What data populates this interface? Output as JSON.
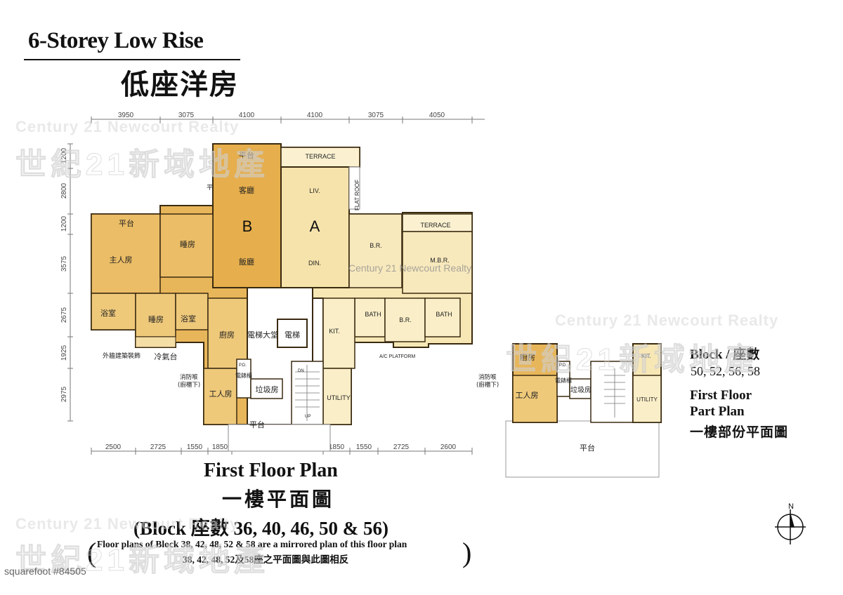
{
  "title": {
    "en": "6-Storey Low Rise",
    "zh": "低座洋房"
  },
  "dims_top": [
    "3950",
    "3075",
    "4100",
    "4100",
    "3075",
    "4050"
  ],
  "dims_left": [
    "1200",
    "2800",
    "1200",
    "3575",
    "2675",
    "1925",
    "2975"
  ],
  "dims_bottom_left": [
    "2500",
    "2725",
    "1550",
    "1850"
  ],
  "dims_bottom_right": [
    "1850",
    "1550",
    "2725",
    "2600"
  ],
  "flat_labels": {
    "b": "B",
    "a": "A"
  },
  "rooms_b": {
    "platform_top": "平台",
    "living": "客廳",
    "dining": "飯廳",
    "platform_left": "平台",
    "master_bedroom": "主人房",
    "bedroom_upper": "睡房",
    "bathroom_left": "浴室",
    "bedroom_lower": "睡房",
    "bathroom_mid": "浴室",
    "kitchen": "廚房",
    "ac_platform": "冷氣台",
    "external_decor": "外牆建築裝飾",
    "fire_hose": "消防喉",
    "fire_hose_sub": "(廚櫃下)",
    "utility": "工人房",
    "small_platform": "平"
  },
  "rooms_a": {
    "terrace_top": "TERRACE",
    "living": "LIV.",
    "dining": "DIN.",
    "flat_roof": "FLAT ROOF",
    "bedroom": "B.R.",
    "terrace_right": "TERRACE",
    "master_bedroom": "M.B.R.",
    "bath_1": "BATH",
    "bedroom_2": "B.R.",
    "bath_2": "BATH",
    "kitchen": "KIT.",
    "ac_platform": "A/C PLATFORM",
    "utility": "UTILITY"
  },
  "core": {
    "lift_lobby": "電梯大堂",
    "lift": "電梯",
    "refuse_room": "垃圾房",
    "meter_l": "電錶櫃",
    "platform": "平台",
    "up": "UP",
    "dn": "DN",
    "pd": "P.D."
  },
  "part_plan": {
    "kitchen": "廚房",
    "utility": "工人房",
    "fire_hose": "消防喉",
    "fire_hose_sub": "(廚櫃下)",
    "meter": "電錶櫃",
    "refuse_room": "垃圾房",
    "kit": "KIT.",
    "utility_en": "UTILITY",
    "platform": "平台",
    "pd": "P.D."
  },
  "caption": {
    "en": "First Floor Plan",
    "zh": "一樓平面圖",
    "block": "(Block 座數 36, 40, 46, 50 & 56)",
    "note_en": "Floor plans of Block 38, 42, 48, 52 & 58 are a mirrored plan of this floor plan",
    "note_zh": "38, 42, 48, 52及58座之平面圖與此圖相反",
    "paren_l": "(",
    "paren_r": ")"
  },
  "side": {
    "block_label": "Block / 座數",
    "blocks": "50, 52, 56, 58",
    "first_floor": "First Floor",
    "part_plan": "Part Plan",
    "zh": "一樓部份平面圖"
  },
  "north": "N",
  "watermarks": {
    "en": "Century 21 Newcourt Realty",
    "zh": "世紀21新域地產",
    "small": "Century 21 Newcourt Realty",
    "squarefoot": "squarefoot #84505"
  },
  "colors": {
    "flat_b": "#e8b65a",
    "flat_a": "#f7e7b5",
    "wall": "#3a2a10",
    "dim": "#555555"
  }
}
